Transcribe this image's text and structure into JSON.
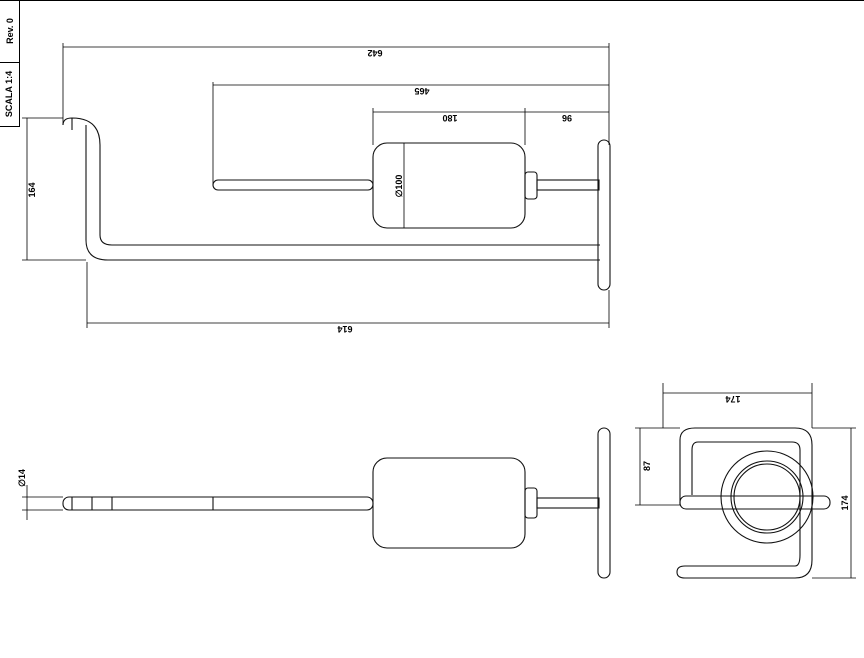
{
  "title_block": {
    "revision": "Rev. 0",
    "scale": "SCALA 1:4"
  },
  "dimensions": {
    "overall_length": "642",
    "rod_length": "465",
    "roll_width": "180",
    "roll_offset": "96",
    "height": "164",
    "base_length": "614",
    "roll_diameter": "∅100",
    "rod_diameter": "∅14",
    "side_depth": "87",
    "side_width": "174",
    "side_height": "174"
  }
}
